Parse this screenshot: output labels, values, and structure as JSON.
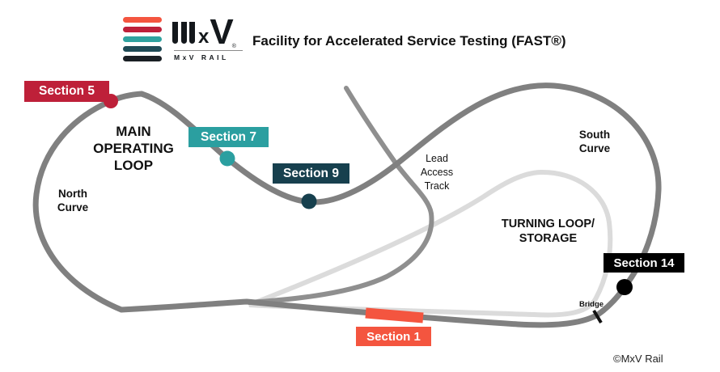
{
  "header": {
    "logo": {
      "bars": [
        "#F4553F",
        "#BE2039",
        "#2FA3A0",
        "#1F4B56",
        "#1A1F24"
      ],
      "mark_x": "x",
      "mark_v": "V",
      "mark_reg": "®",
      "wordmark": "MxV RAIL"
    },
    "title": "Facility for Accelerated Service Testing (FAST®)"
  },
  "diagram": {
    "loop_label": [
      "MAIN",
      "OPERATING",
      "LOOP"
    ],
    "north_curve": [
      "North",
      "Curve"
    ],
    "south_curve": [
      "South",
      "Curve"
    ],
    "lead_access": [
      "Lead",
      "Access",
      "Track"
    ],
    "turning_loop": [
      "TURNING LOOP/",
      "STORAGE"
    ],
    "bridge_label": "Bridge",
    "sections": [
      {
        "label": "Section 5",
        "color": "#BE2039"
      },
      {
        "label": "Section 7",
        "color": "#2B9FA0"
      },
      {
        "label": "Section 9",
        "color": "#17404E"
      },
      {
        "label": "Section 14",
        "color": "#000000"
      },
      {
        "label": "Section 1",
        "color": "#F4553F"
      }
    ],
    "track_colors": {
      "main_loop": "#808080",
      "lead_access": "#8F8F8F",
      "turning_loop": "#DBDBDB",
      "section1_highlight": "#F4553F"
    },
    "copyright": "©MxV Rail"
  }
}
